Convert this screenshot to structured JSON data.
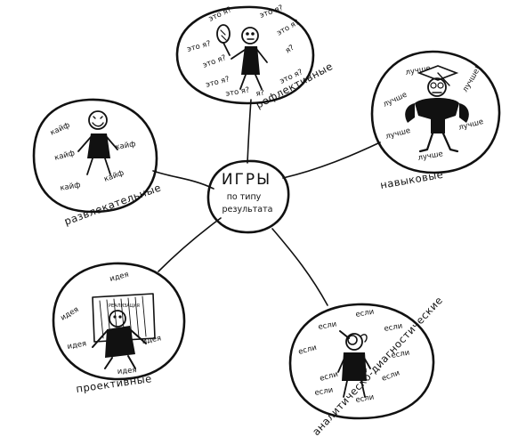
{
  "center": {
    "title": "ИГРЫ",
    "sub1": "по типу",
    "sub2": "результата"
  },
  "nodes": {
    "reflective": {
      "label": "рефлективные",
      "words": [
        "это я?",
        "это я?",
        "это я?",
        "это я?",
        "это я?",
        "я?",
        "это я?",
        "это я?",
        "я?",
        "это я?"
      ]
    },
    "skill": {
      "label": "навыковые",
      "words": [
        "лучше",
        "лучше",
        "лучше!",
        "лучше",
        "лучше",
        "лучше"
      ]
    },
    "entertaining": {
      "label": "развлекательные",
      "words": [
        "кайф",
        "кайф",
        "кайф",
        "кайф",
        "кайф"
      ]
    },
    "project": {
      "label": "проективные",
      "words": [
        "идея",
        "идея",
        "идея",
        "идея",
        "идея"
      ],
      "board_text": "РЕАЛИЗАЦИЯ"
    },
    "analytic": {
      "label": "аналитическо-диагностические",
      "words": [
        "если",
        "если",
        "если",
        "если",
        "если",
        "если",
        "если",
        "если",
        "если",
        "если"
      ]
    }
  }
}
